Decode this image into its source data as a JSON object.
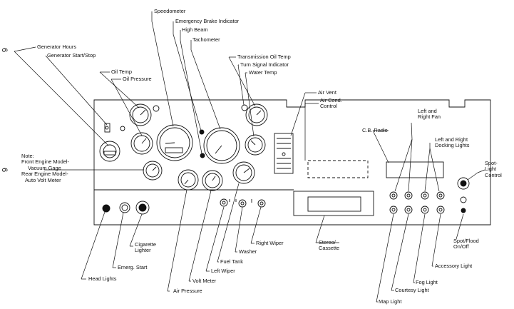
{
  "page_number": "6",
  "note": [
    "Note:",
    "Front Engine Model-",
    "Vacuum Gage",
    "Rear Engine Model-",
    "Auto Volt Meter"
  ],
  "labels": {
    "generator_hours": "Generator Hours",
    "generator_start_stop": "Generator Start/Stop",
    "oil_temp": "Oil Temp",
    "oil_pressure": "Oil Pressure",
    "speedometer": "Speedometer",
    "emergency_brake_indicator": "Emergency Brake Indicator",
    "high_beam": "High Beam",
    "tachometer": "Tachometer",
    "transmission_oil_temp": "Transmission Oil Temp",
    "turn_signal_indicator": "Turn Signal Indicator",
    "water_temp": "Water Temp",
    "air_vent": "Air Vent",
    "air_cond_control": [
      "Air Cond.",
      "Control"
    ],
    "cb_radio": "C.B. Radio",
    "left_right_fan": [
      "Left and",
      "Right Fan"
    ],
    "left_right_docking_lights": [
      "Left and Right",
      "Docking Lights"
    ],
    "spot_light_control": [
      "Spot-",
      "Light",
      "Control"
    ],
    "spot_flood_on_off": [
      "Spot/Flood",
      "On/Off"
    ],
    "accessory_light": "Accessory Light",
    "fog_light": "Fog Light",
    "courtesy_light": "Courtesy Light",
    "map_light": "Map Light",
    "stereo_cassette": [
      "Stereo/",
      "Cassette"
    ],
    "right_wiper": "Right Wiper",
    "washer": "Washer",
    "fuel_tank": "Fuel Tank",
    "left_wiper": "Left Wiper",
    "volt_meter": "Volt Meter",
    "air_pressure": "Air Pressure",
    "cigarette_lighter": [
      "Cigarette",
      "Lighter"
    ],
    "emerg_start": "Emerg. Start",
    "head_lights": "Head Lights"
  },
  "colors": {
    "ink": "#111111",
    "panel": "#ffffff"
  }
}
